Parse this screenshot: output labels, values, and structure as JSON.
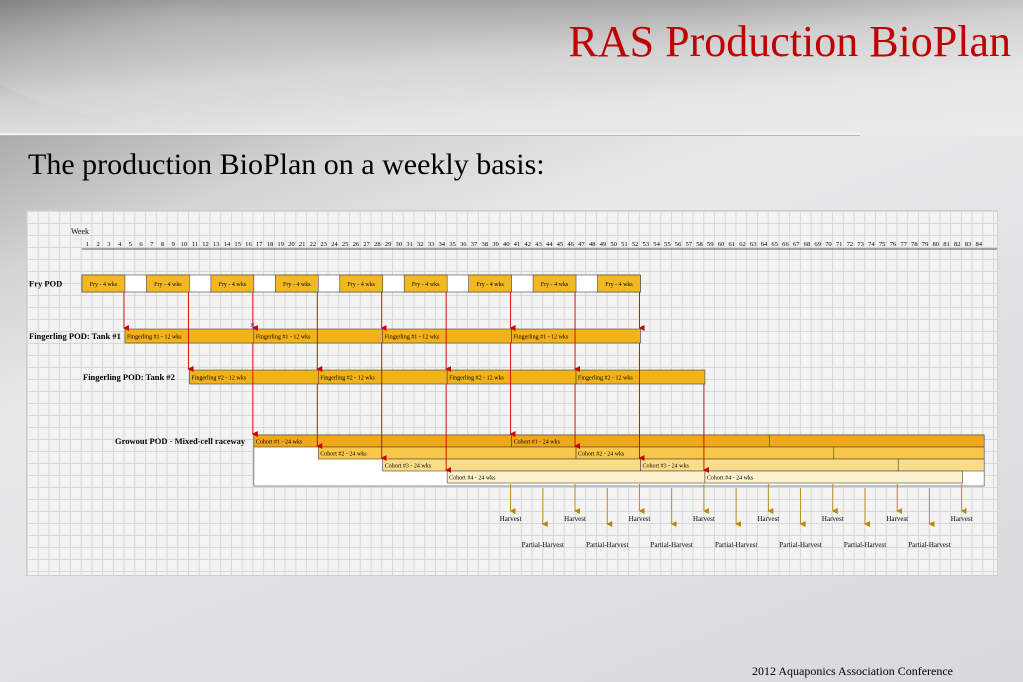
{
  "slide": {
    "title": "RAS Production BioPlan",
    "subtitle": "The production BioPlan on a weekly basis:",
    "footer": "2012 Aquaponics Association Conference"
  },
  "colors": {
    "title": "#c00000",
    "fry_bar": "#f2b824",
    "fingerling_bar": "#f2b21a",
    "cohort_1": "#f0a818",
    "cohort_2": "#f7c84a",
    "cohort_3": "#fbdd88",
    "cohort_4": "#fdf0cc",
    "arrow_red": "#cc0000",
    "arrow_brown": "#b8860b"
  },
  "chart_data": {
    "type": "gantt",
    "axis": {
      "title": "Week",
      "start": 1,
      "end": 84
    },
    "rows": [
      {
        "label": "Fry POD",
        "bars": [
          {
            "label": "Fry  - 4 wks",
            "start": 1,
            "end": 4
          },
          {
            "label": "Fry  - 4 wks",
            "start": 7,
            "end": 10
          },
          {
            "label": "Fry  - 4 wks",
            "start": 13,
            "end": 16
          },
          {
            "label": "Fry  - 4 wks",
            "start": 19,
            "end": 22
          },
          {
            "label": "Fry  - 4 wks",
            "start": 25,
            "end": 28
          },
          {
            "label": "Fry  - 4 wks",
            "start": 31,
            "end": 34
          },
          {
            "label": "Fry  - 4 wks",
            "start": 37,
            "end": 40
          },
          {
            "label": "Fry  - 4 wks",
            "start": 43,
            "end": 46
          },
          {
            "label": "Fry  - 4 wks",
            "start": 49,
            "end": 52
          }
        ]
      },
      {
        "label": "Fingerling POD:  Tank #1",
        "bars": [
          {
            "label": "Fingerling #1  -  12 wks",
            "start": 5,
            "end": 16
          },
          {
            "label": "Fingerling #1  -  12 wks",
            "start": 17,
            "end": 28
          },
          {
            "label": "Fingerling #1  -  12 wks",
            "start": 29,
            "end": 40
          },
          {
            "label": "Fingerling #1  -  12 wks",
            "start": 41,
            "end": 52
          }
        ]
      },
      {
        "label": "Fingerling POD: Tank #2",
        "bars": [
          {
            "label": "Fingerling #2  -  12 wks",
            "start": 11,
            "end": 22
          },
          {
            "label": "Fingerling #2  -  12 wks",
            "start": 23,
            "end": 34
          },
          {
            "label": "Fingerling #2  -  12 wks",
            "start": 35,
            "end": 46
          },
          {
            "label": "Fingerling #2  -  12 wks",
            "start": 47,
            "end": 58
          }
        ]
      },
      {
        "label": "Growout POD  -  Mixed-cell raceway",
        "bars": [
          {
            "label": "Cohort #1 - 24 wks",
            "start": 17,
            "end": 40,
            "lane": 1
          },
          {
            "label": "Cohort #1 - 24 wks",
            "start": 41,
            "end": 64,
            "lane": 1
          },
          {
            "label": "",
            "start": 65,
            "end": 84,
            "lane": 1
          },
          {
            "label": "Cohort #2   -      24 wks",
            "start": 23,
            "end": 46,
            "lane": 2
          },
          {
            "label": "Cohort #2 - 24 wks",
            "start": 47,
            "end": 70,
            "lane": 2
          },
          {
            "label": "",
            "start": 71,
            "end": 84,
            "lane": 2
          },
          {
            "label": "Cohort #3 -      24 wks",
            "start": 29,
            "end": 52,
            "lane": 3
          },
          {
            "label": "Cohort #3 - 24 wks",
            "start": 53,
            "end": 76,
            "lane": 3
          },
          {
            "label": "",
            "start": 77,
            "end": 84,
            "lane": 3
          },
          {
            "label": "Cohort #4 -      24 wks",
            "start": 35,
            "end": 58,
            "lane": 4
          },
          {
            "label": "Cohort #4 - 24 wks",
            "start": 59,
            "end": 82,
            "lane": 4
          }
        ]
      }
    ],
    "harvest_label": "Harvest",
    "partial_harvest_label": "Partial-Harvest",
    "harvest_weeks": [
      40,
      46,
      52,
      58,
      64,
      70,
      76,
      82
    ],
    "partial_harvest_weeks": [
      43,
      49,
      55,
      61,
      67,
      73,
      79
    ],
    "transfer_weeks": [
      4,
      10,
      16,
      22,
      28,
      34,
      40,
      46,
      52,
      58
    ]
  }
}
